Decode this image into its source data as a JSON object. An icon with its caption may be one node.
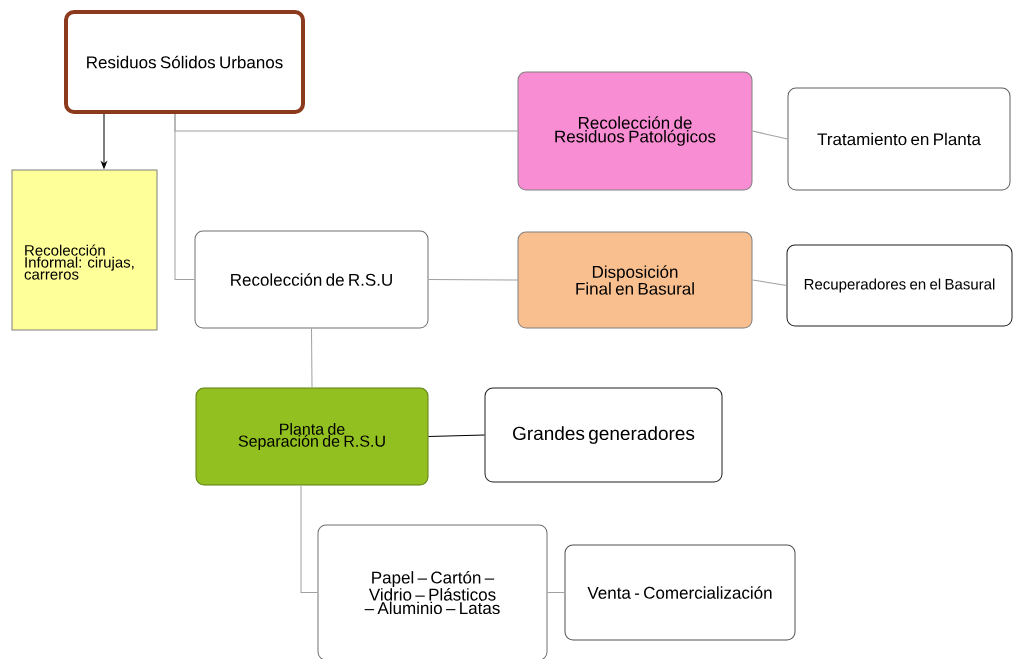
{
  "diagram": {
    "nodes": [
      {
        "text": [
          "Residuos Sólidos Urbanos"
        ]
      },
      {
        "text": [
          "Recolección Informal: cirujas, carreros"
        ]
      },
      {
        "text": [
          "Recolección de Residuos Patológicos"
        ]
      },
      {
        "text": [
          "Tratamiento en Planta"
        ]
      },
      {
        "text": [
          "Recolección de R.S.U"
        ]
      },
      {
        "text": [
          "Disposición Final en Basural"
        ]
      },
      {
        "text": [
          "Recuperadores en el Basural"
        ]
      },
      {
        "text": [
          "Planta de Separación de R.S.U"
        ]
      },
      {
        "text": [
          "Grandes generadores"
        ]
      },
      {
        "text": [
          "Papel – Cartón – Vidrio – Plásticos – Aluminio – Latas"
        ]
      },
      {
        "text": [
          "Venta - Comercialización"
        ]
      }
    ],
    "edges": [
      {
        "from": 0,
        "to": 1,
        "arrow": "to",
        "color": "#000000"
      },
      {
        "from": 0,
        "to": 2,
        "arrow": "none"
      },
      {
        "from": 0,
        "to": 4,
        "arrow": "none"
      },
      {
        "from": 2,
        "to": 3,
        "arrow": "none"
      },
      {
        "from": 4,
        "to": 5,
        "arrow": "none"
      },
      {
        "from": 5,
        "to": 6,
        "arrow": "none"
      },
      {
        "from": 4,
        "to": 7,
        "arrow": "none"
      },
      {
        "from": 7,
        "to": 8,
        "arrow": "none",
        "color": "#000000"
      },
      {
        "from": 7,
        "to": 9,
        "arrow": "none"
      },
      {
        "from": 9,
        "to": 10,
        "arrow": "none"
      }
    ]
  }
}
